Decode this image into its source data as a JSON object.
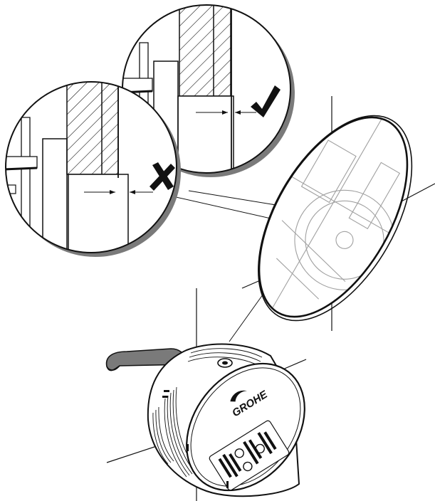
{
  "brand": {
    "logo_text": "GROHE"
  },
  "detail_correct": {
    "mark_icon": "check-mark-icon",
    "meaning": "correct"
  },
  "detail_incorrect": {
    "mark_icon": "cross-mark-icon",
    "meaning": "incorrect"
  },
  "colors": {
    "line": "#111111",
    "shadow": "#7a7a7a",
    "ghost_line": "#9a9a9a",
    "lens_edge": "#111111"
  }
}
